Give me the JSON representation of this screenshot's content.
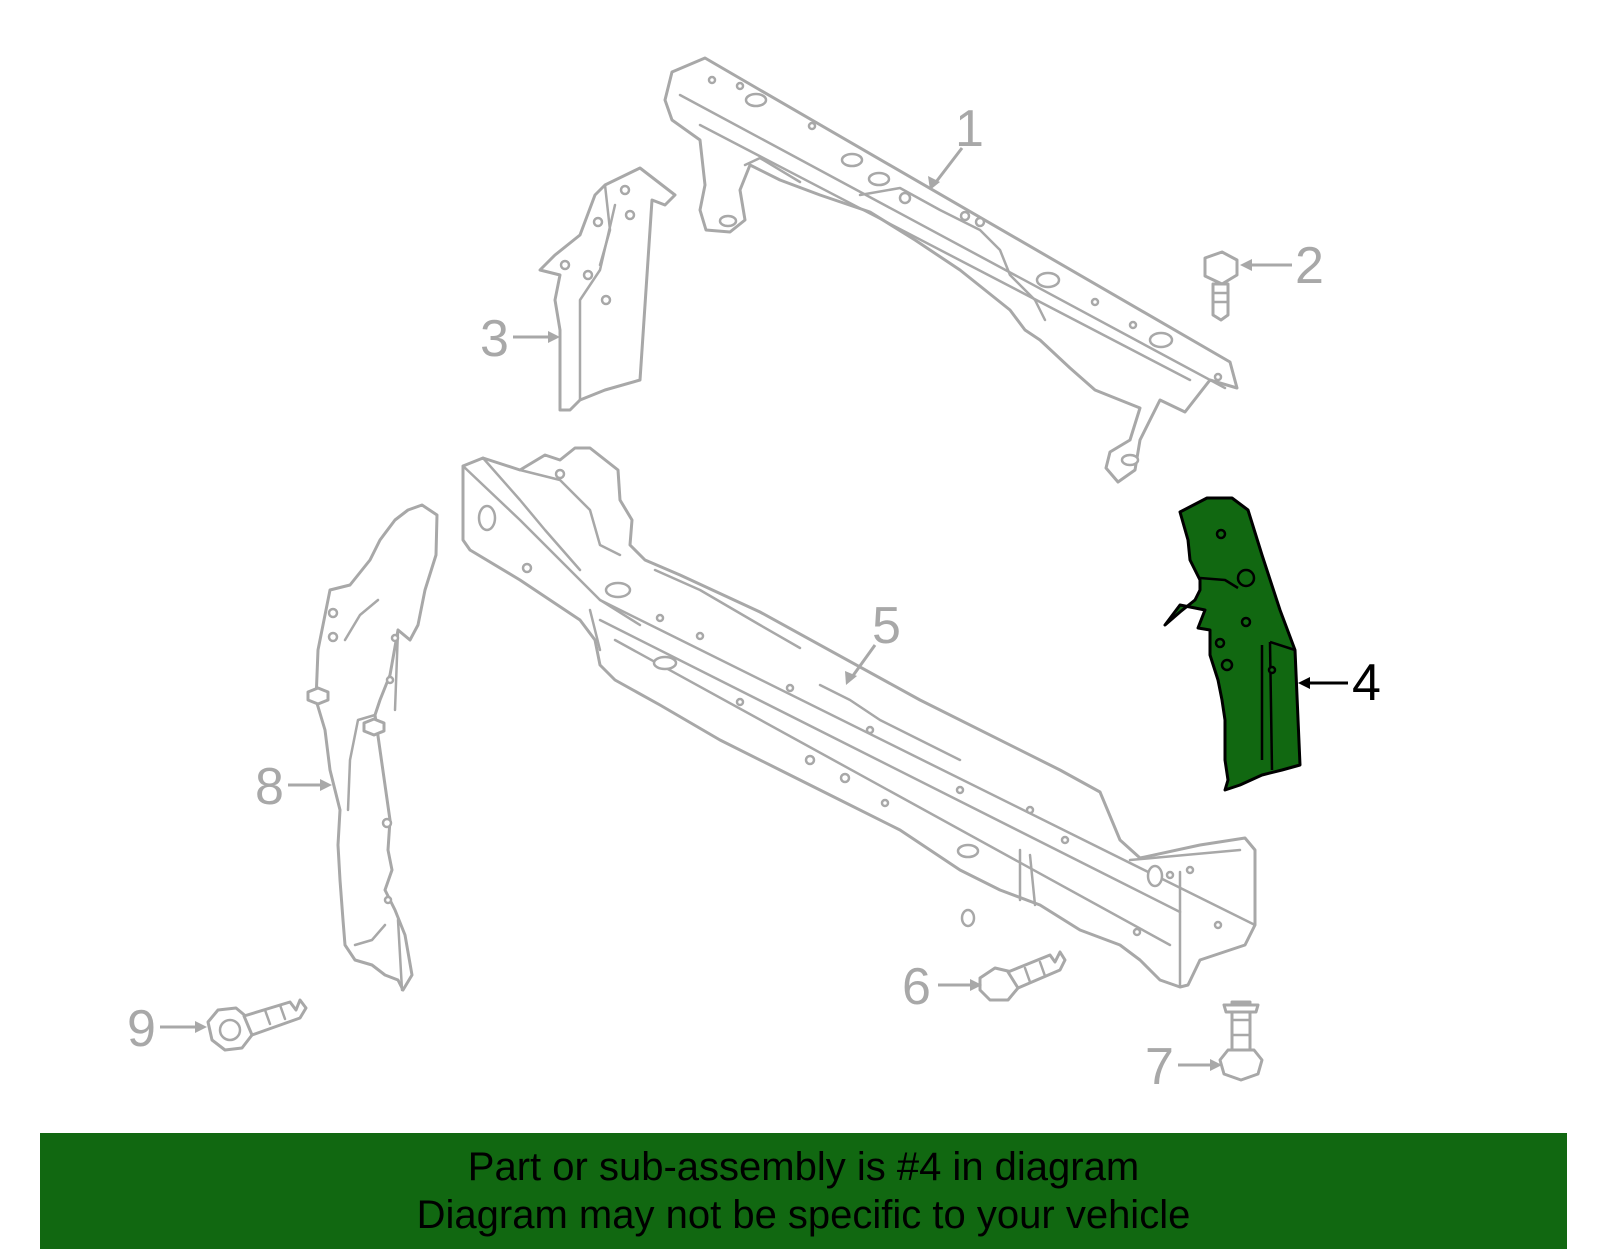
{
  "diagram": {
    "highlight_color": "#116811",
    "outline_color": "#a8a8a8",
    "highlighted_part": "4",
    "callouts": [
      {
        "id": "1",
        "label": "1"
      },
      {
        "id": "2",
        "label": "2"
      },
      {
        "id": "3",
        "label": "3"
      },
      {
        "id": "4",
        "label": "4"
      },
      {
        "id": "5",
        "label": "5"
      },
      {
        "id": "6",
        "label": "6"
      },
      {
        "id": "7",
        "label": "7"
      },
      {
        "id": "8",
        "label": "8"
      },
      {
        "id": "9",
        "label": "9"
      }
    ]
  },
  "banner": {
    "line1": "Part or sub-assembly is #4 in diagram",
    "line2": "Diagram may not be specific to your vehicle"
  }
}
